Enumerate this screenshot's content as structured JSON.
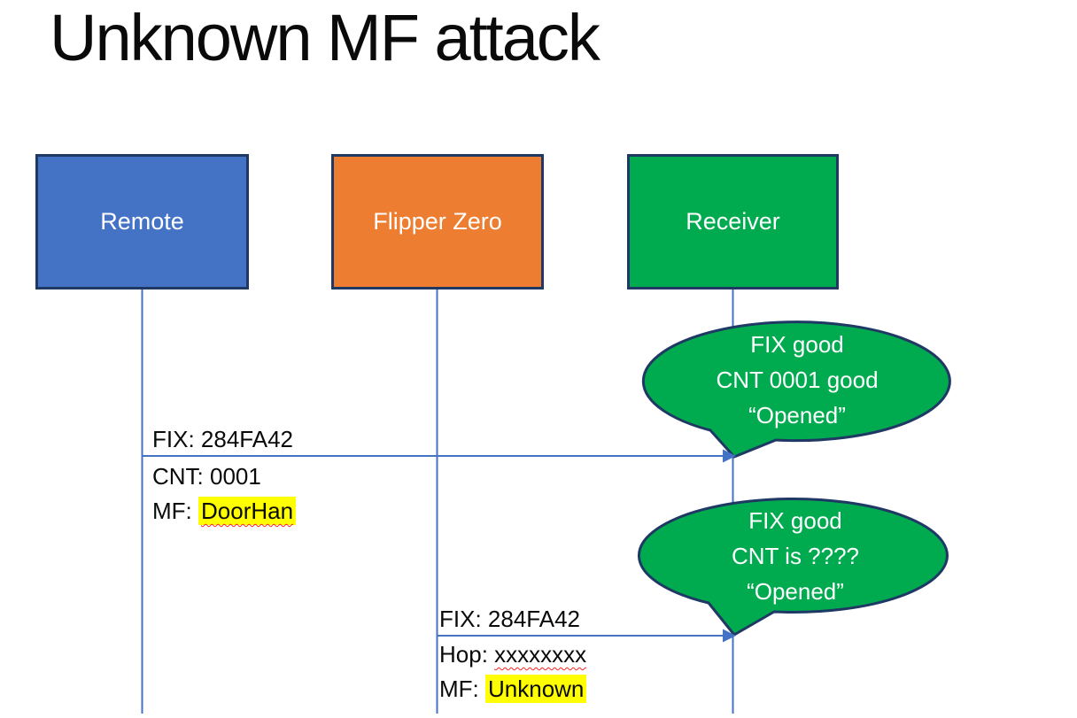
{
  "slide": {
    "title": "Unknown MF attack"
  },
  "actors": [
    {
      "label": "Remote",
      "fill": "#4472C4"
    },
    {
      "label": "Flipper Zero",
      "fill": "#ED7D31"
    },
    {
      "label": "Receiver",
      "fill": "#00AB50"
    }
  ],
  "messages": [
    {
      "from": "Remote",
      "to": "Receiver",
      "line_above": "FIX: 284FA42",
      "line2_prefix": "CNT: ",
      "line2_value": "0001",
      "line3_prefix": "MF: ",
      "line3_value": "DoorHan"
    },
    {
      "from": "Flipper Zero",
      "to": "Receiver",
      "line_above": "FIX: 284FA42",
      "line2_prefix": "Hop: ",
      "line2_value": "xxxxxxxx",
      "line3_prefix": "MF: ",
      "line3_value": "Unknown"
    }
  ],
  "callouts": [
    {
      "line1": "FIX good",
      "line2": "CNT 0001 good",
      "line3": "“Opened”"
    },
    {
      "line1": "FIX good",
      "line2": "CNT is ????",
      "line3": "“Opened”"
    }
  ],
  "colors": {
    "remote_fill": "#4472C4",
    "flipper_fill": "#ED7D31",
    "receiver_fill": "#00AB50",
    "callout_fill": "#00AB50",
    "shape_border": "#1F3864",
    "connector_blue": "#4472C4",
    "highlight_yellow": "#FFFF00",
    "spellcheck_red": "#FF2020",
    "title_text": "#0A0A0A",
    "actor_text": "#FFFFFF"
  }
}
